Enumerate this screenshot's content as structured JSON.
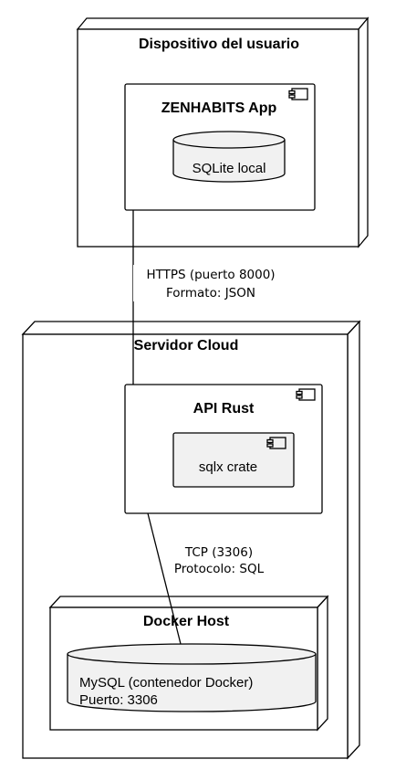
{
  "nodes": {
    "user_device": {
      "title": "Dispositivo del usuario"
    },
    "cloud_server": {
      "title": "Servidor Cloud"
    },
    "docker_host": {
      "title": "Docker Host"
    }
  },
  "components": {
    "app": {
      "title": "ZENHABITS App",
      "icon": "component-icon"
    },
    "api": {
      "title": "API Rust",
      "icon": "component-icon"
    },
    "sqlx": {
      "title": "sqlx crate",
      "icon": "component-icon"
    }
  },
  "databases": {
    "sqlite": {
      "label": "SQLite local"
    },
    "mysql": {
      "line1": "MySQL (contenedor Docker)",
      "line2": "Puerto: 3306"
    }
  },
  "connections": {
    "app_api": {
      "line1": "HTTPS (puerto 8000)",
      "line2": "Formato: JSON"
    },
    "api_mysql": {
      "line1": "TCP (3306)",
      "line2": "Protocolo: SQL"
    }
  },
  "colors": {
    "stroke": "#000000",
    "fill": "#ffffff",
    "db_fill": "#f1f1f1"
  }
}
